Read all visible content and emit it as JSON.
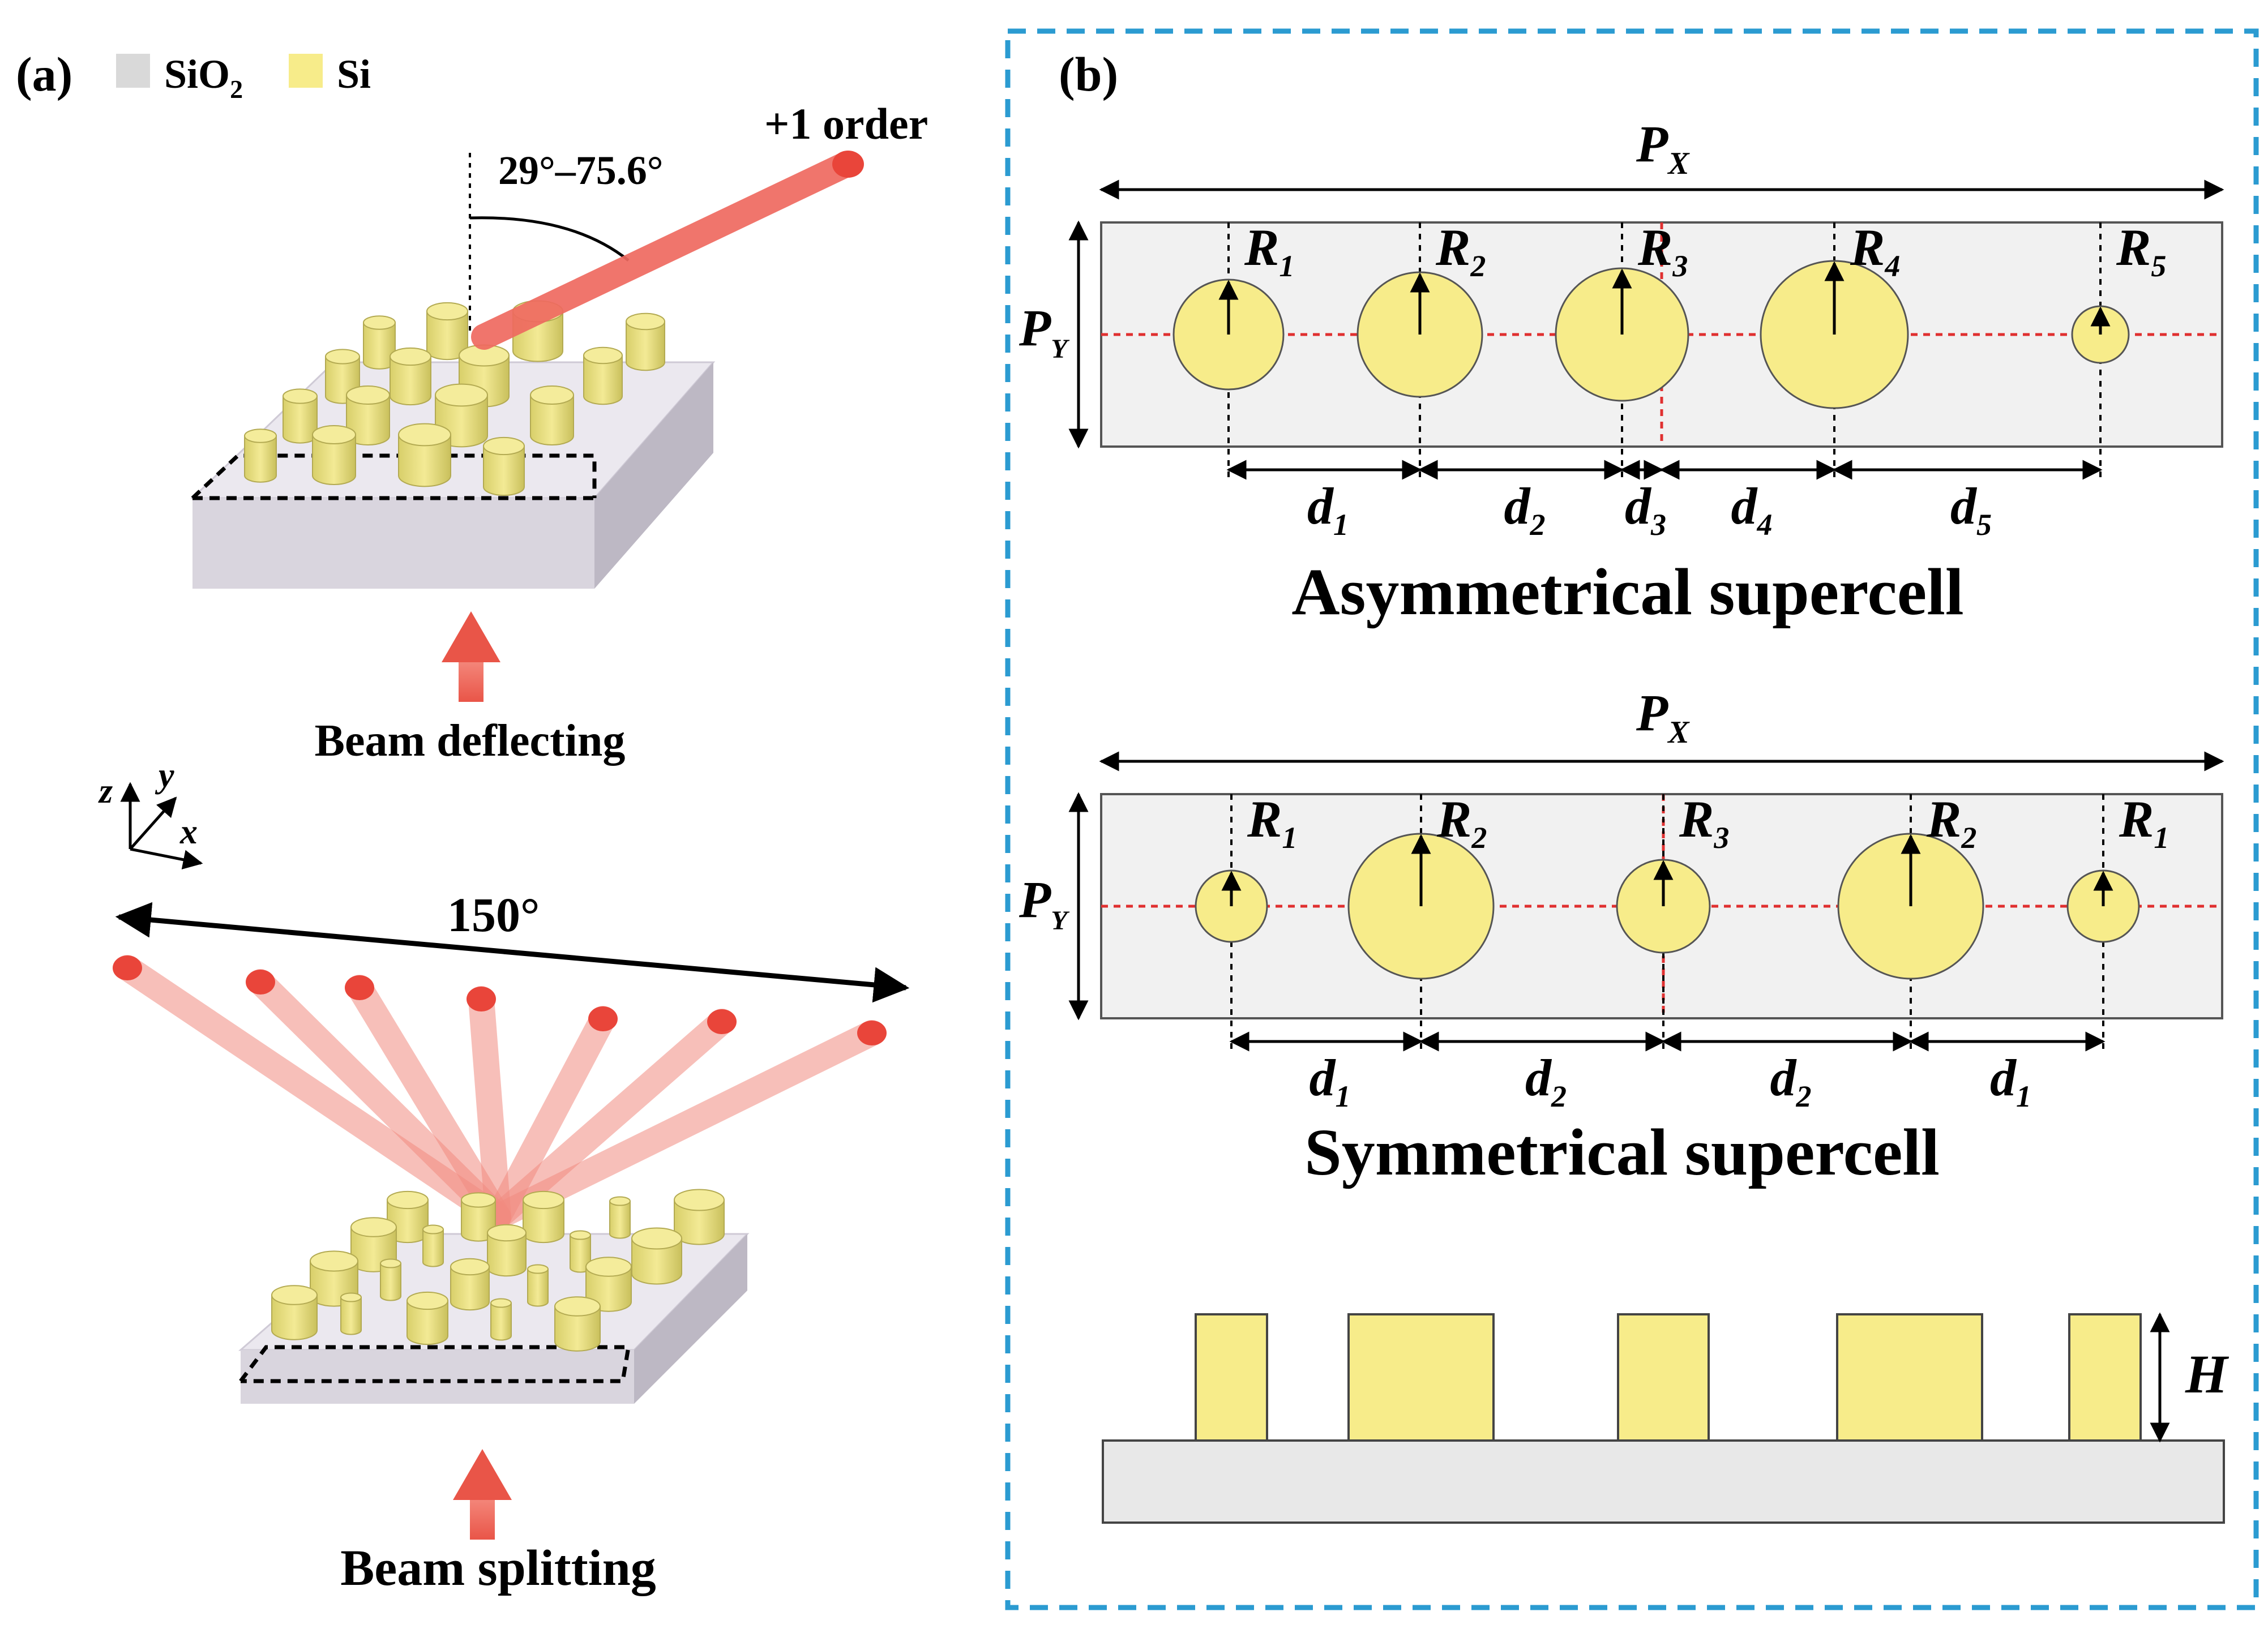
{
  "panel_a": {
    "label": "(a)",
    "legend": [
      {
        "name": "SiO",
        "sub": "2",
        "color": "#d9d9d9"
      },
      {
        "name": "Si",
        "sub": "",
        "color": "#f7ec8a"
      }
    ],
    "angle_label": "29°–75.6°",
    "order_label": "+1 order",
    "caption_top": "Beam deflecting",
    "caption_bottom": "Beam splitting",
    "spread_label": "150°",
    "axes": {
      "z": "z",
      "y": "y",
      "x": "x"
    }
  },
  "panel_b": {
    "label": "(b)",
    "asym": {
      "px": "P",
      "px_sub": "X",
      "py": "P",
      "py_sub": "Y",
      "radii": [
        {
          "name": "R",
          "sub": "1"
        },
        {
          "name": "R",
          "sub": "2"
        },
        {
          "name": "R",
          "sub": "3"
        },
        {
          "name": "R",
          "sub": "4"
        },
        {
          "name": "R",
          "sub": "5"
        }
      ],
      "dists": [
        {
          "name": "d",
          "sub": "1"
        },
        {
          "name": "d",
          "sub": "2"
        },
        {
          "name": "d",
          "sub": "3"
        },
        {
          "name": "d",
          "sub": "4"
        },
        {
          "name": "d",
          "sub": "5"
        }
      ],
      "title": "Asymmetrical supercell"
    },
    "sym": {
      "px": "P",
      "px_sub": "X",
      "py": "P",
      "py_sub": "Y",
      "radii": [
        {
          "name": "R",
          "sub": "1"
        },
        {
          "name": "R",
          "sub": "2"
        },
        {
          "name": "R",
          "sub": "3"
        },
        {
          "name": "R",
          "sub": "2"
        },
        {
          "name": "R",
          "sub": "1"
        }
      ],
      "dists": [
        {
          "name": "d",
          "sub": "1"
        },
        {
          "name": "d",
          "sub": "2"
        },
        {
          "name": "d",
          "sub": "2"
        },
        {
          "name": "d",
          "sub": "1"
        }
      ],
      "title": "Symmetrical supercell"
    },
    "height_label": "H"
  },
  "colors": {
    "substrate": "#e8e8e8",
    "pillar": "#f7ec8a",
    "beam": "#f06a5f",
    "frame": "#2b9bd1",
    "center_line": "#e03030"
  }
}
